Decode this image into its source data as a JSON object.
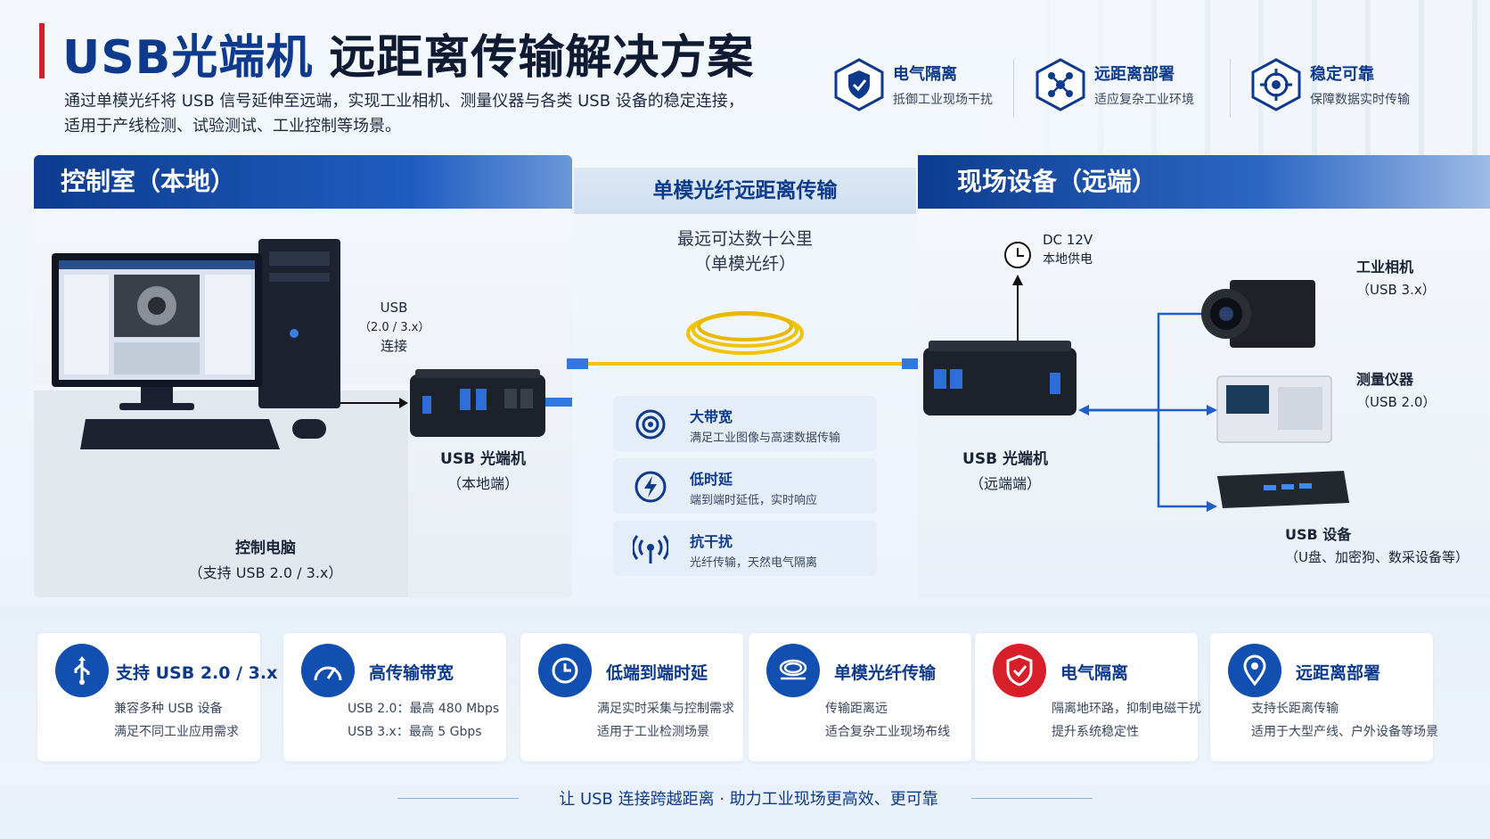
{
  "title": {
    "main": "USB光端机",
    "sub": "远距离传输解决方案"
  },
  "subtitle": [
    "通过单模光纤将 USB 信号延伸至远端，实现工业相机、测量仪器与各类 USB 设备的稳定连接，",
    "适用于产线检测、试验测试、工业控制等场景。"
  ],
  "top_features": [
    {
      "title": "电气隔离",
      "desc": "抵御工业现场干扰",
      "icon": "shield-icon"
    },
    {
      "title": "远距离部署",
      "desc": "适应复杂工业环境",
      "icon": "network-icon"
    },
    {
      "title": "稳定可靠",
      "desc": "保障数据实时传输",
      "icon": "target-icon"
    }
  ],
  "left_panel": {
    "header": "控制室（本地）",
    "usb_label": [
      "USB",
      "（2.0 / 3.x）",
      "连接"
    ],
    "pc_label": "控制电脑",
    "pc_sub": "（支持 USB 2.0 / 3.x）",
    "device_label": "USB 光端机",
    "device_sub": "（本地端）"
  },
  "middle": {
    "header": "单模光纤远距离传输",
    "distance": [
      "最远可达数十公里",
      "（单模光纤）"
    ],
    "cards": [
      {
        "title": "大带宽",
        "desc": "满足工业图像与高速数据传输",
        "icon": "bandwidth-icon"
      },
      {
        "title": "低时延",
        "desc": "端到端时延低，实时响应",
        "icon": "lightning-icon"
      },
      {
        "title": "抗干扰",
        "desc": "光纤传输，天然电气隔离",
        "icon": "antenna-icon"
      }
    ]
  },
  "right_panel": {
    "header": "现场设备（远端）",
    "power": [
      "DC 12V",
      "本地供电"
    ],
    "device_label": "USB 光端机",
    "device_sub": "（远端端）",
    "devices": [
      {
        "name": "工业相机",
        "sub": "（USB 3.x）"
      },
      {
        "name": "测量仪器",
        "sub": "（USB 2.0）"
      },
      {
        "name": "USB 设备",
        "sub": "（U盘、加密狗、数采设备等）"
      }
    ]
  },
  "bottom_cards": [
    {
      "title": "支持 USB 2.0 / 3.x",
      "l1": "兼容多种 USB 设备",
      "l2": "满足不同工业应用需求",
      "icon": "usb-icon"
    },
    {
      "title": "高传输带宽",
      "l1": "USB 2.0：最高 480 Mbps",
      "l2": "USB 3.x：最高 5 Gbps",
      "icon": "speedometer-icon"
    },
    {
      "title": "低端到端时延",
      "l1": "满足实时采集与控制需求",
      "l2": "适用于工业检测场景",
      "icon": "clock-icon"
    },
    {
      "title": "单模光纤传输",
      "l1": "传输距离远",
      "l2": "适合复杂工业现场布线",
      "icon": "fiber-icon"
    },
    {
      "title": "电气隔离",
      "l1": "隔离地环路，抑制电磁干扰",
      "l2": "提升系统稳定性",
      "icon": "shield-check-icon"
    },
    {
      "title": "远距离部署",
      "l1": "支持长距离传输",
      "l2": "适用于大型产线、户外设备等场景",
      "icon": "location-pin-icon"
    }
  ],
  "tagline": "让 USB 连接跨越距离  ·  助力工业现场更高效、更可靠",
  "colors": {
    "brand_blue": "#0d3a8c",
    "accent_red": "#d32029",
    "fiber_yellow": "#f2c300"
  }
}
